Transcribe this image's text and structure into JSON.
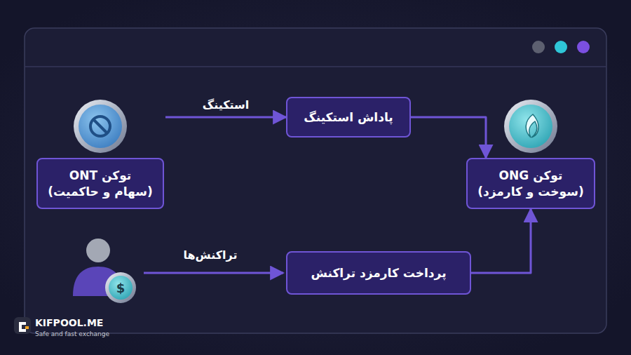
{
  "diagram": {
    "nodes": [
      {
        "text": [
          "توکن ONT",
          "(سهام و حاکمیت)"
        ]
      },
      {
        "text": [
          "پاداش استکینگ"
        ]
      },
      {
        "text": [
          "توکن ONG",
          "(سوخت و کارمزد)"
        ]
      },
      {
        "text": [
          "پرداخت کارمزد تراکنش"
        ]
      }
    ],
    "edges": [
      {
        "from": 0,
        "to": 1,
        "label": "استکینگ",
        "arrow": "to"
      },
      {
        "from": 1,
        "to": 2,
        "arrow": "to"
      },
      {
        "from": 3,
        "to": 2,
        "arrow": "to"
      }
    ],
    "labels": [
      "تراکنش‌ها",
      "$",
      "KIFPOOL.ME",
      "Safe and fast exchange"
    ]
  }
}
